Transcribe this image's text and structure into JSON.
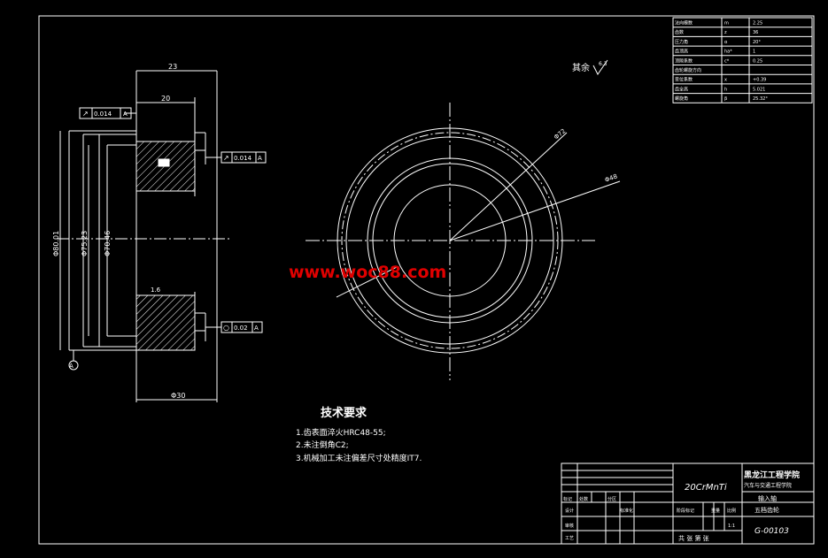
{
  "tech_requirements": {
    "title": "技术要求",
    "items": [
      "1.齿表面淬火HRC48-55;",
      "2.未注倒角C2;",
      "3.机械加工未注偏差尺寸处精度IT7."
    ]
  },
  "surface_finish": {
    "label": "其余",
    "value": "6.3"
  },
  "dimensions": {
    "top_overall": "23",
    "top_inner": "20",
    "bottom_width": "Φ30",
    "dia_outer": "Φ80.01",
    "dia_mid": "Φ75.23",
    "dia_inner": "Φ70.46",
    "circle_dia_a": "Φ72",
    "circle_dia_b": "Φ48",
    "roughness_mark": "1.6"
  },
  "tolerance_frames": [
    {
      "id": "gdt-top",
      "symbol": "↗",
      "value": "0.014",
      "datum": "A"
    },
    {
      "id": "gdt-right-top",
      "symbol": "↗",
      "value": "0.014",
      "datum": "A"
    },
    {
      "id": "gdt-right-bottom",
      "symbol": "○",
      "value": "0.02",
      "datum": "A"
    }
  ],
  "datum_label": "A",
  "parameter_table": {
    "rows": [
      {
        "name": "法向模数",
        "symbol": "m",
        "value": "2.25"
      },
      {
        "name": "齿数",
        "symbol": "z",
        "value": "36"
      },
      {
        "name": "压力角",
        "symbol": "α",
        "value": "20°"
      },
      {
        "name": "齿顶高",
        "symbol": "ha*",
        "value": "1"
      },
      {
        "name": "顶隙系数",
        "symbol": "c*",
        "value": "0.25"
      },
      {
        "name": "齿轮螺旋方向",
        "symbol": "",
        "value": ""
      },
      {
        "name": "变位系数",
        "symbol": "x",
        "value": "+0.39"
      },
      {
        "name": "齿全高",
        "symbol": "h",
        "value": "5.021"
      },
      {
        "name": "螺旋角",
        "symbol": "β",
        "value": "25.32°"
      }
    ]
  },
  "watermark": "www.woc88.com",
  "title_block": {
    "material": "20CrMnTi",
    "school": "黑龙江工程学院",
    "department": "汽车与交通工程学院",
    "part_name": "输入轴",
    "part_sub": "五档齿轮",
    "drawing_no": "G-00103",
    "scale": "1:1",
    "row_labels": [
      "标记",
      "处数",
      "分区",
      "设计",
      "标准化",
      "审核",
      "工艺"
    ],
    "stage_labels": [
      "阶段标记",
      "重量",
      "比例"
    ],
    "sheet_label": "共 张 第 张"
  }
}
